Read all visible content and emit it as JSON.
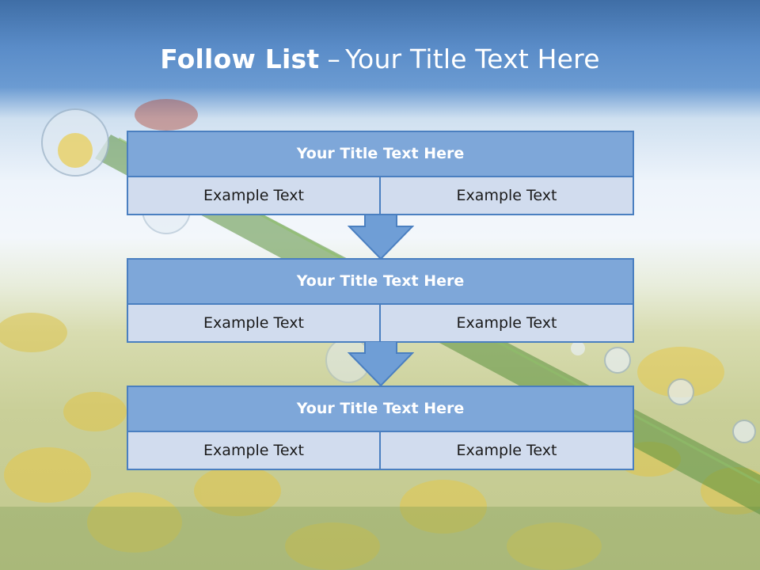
{
  "slide": {
    "title_bold": "Follow List",
    "title_separator": "–",
    "title_rest": "Your Title Text Here",
    "colors": {
      "header_fill": "#7ea7d9",
      "cell_fill": "#d1dcee",
      "border": "#4a7fc0",
      "arrow_fill": "#6f9ed6"
    }
  },
  "steps": [
    {
      "title": "Your Title Text Here",
      "left": "Example Text",
      "right": "Example Text"
    },
    {
      "title": "Your Title Text Here",
      "left": "Example Text",
      "right": "Example Text"
    },
    {
      "title": "Your Title Text Here",
      "left": "Example Text",
      "right": "Example Text"
    }
  ],
  "connectors": [
    "arrow-down-icon",
    "arrow-down-icon"
  ]
}
